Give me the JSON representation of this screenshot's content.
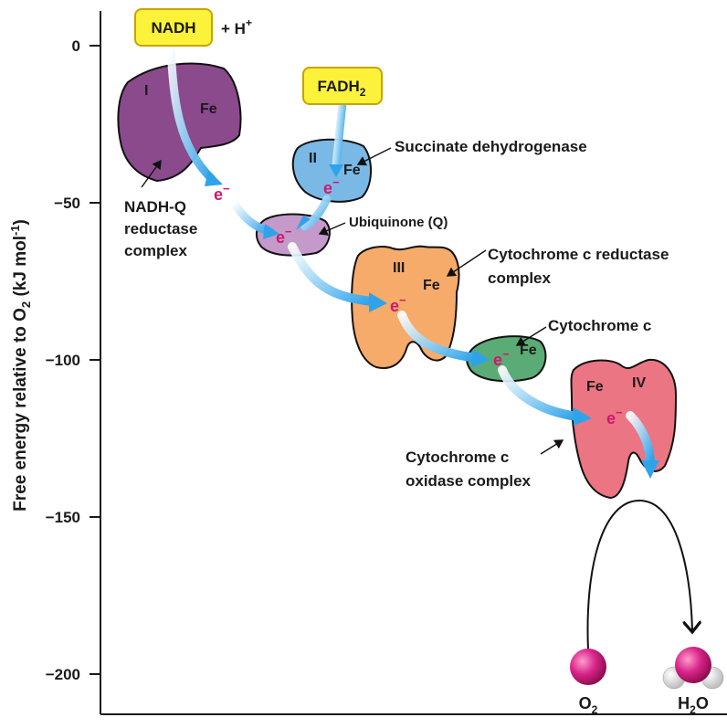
{
  "axis": {
    "ylabel": "Free energy relative to O",
    "ylabel_sub": "2",
    "ylabel_unit": " (kJ mol",
    "ylabel_sup": "-1",
    "ylabel_close": ")",
    "ticks": [
      "0",
      "−50",
      "−100",
      "−150",
      "−200"
    ]
  },
  "donors": {
    "nadh": "NADH",
    "h_plus": "+ H",
    "h_plus_sup": "+",
    "fadh": "FADH",
    "fadh_sub": "2"
  },
  "complexes": {
    "I": {
      "roman": "I",
      "fe": "Fe"
    },
    "II": {
      "roman": "II",
      "fe": "Fe"
    },
    "III": {
      "roman": "III",
      "fe": "Fe"
    },
    "cytc": {
      "fe": "Fe"
    },
    "IV": {
      "roman": "IV",
      "fe": "Fe"
    }
  },
  "electron": "e",
  "electron_sup": "−",
  "labels": {
    "nadh_q": [
      "NADH-Q",
      "reductase",
      "complex"
    ],
    "succinate": "Succinate dehydrogenase",
    "ubiquinone": "Ubiquinone (Q)",
    "cyt_c_reductase": [
      "Cytochrome c reductase",
      "complex"
    ],
    "cyt_c": "Cytochrome c",
    "cyt_c_oxidase": [
      "Cytochrome c",
      "oxidase complex"
    ]
  },
  "products": {
    "o2": "O",
    "o2_sub": "2",
    "h2o_h": "H",
    "h2o_sub": "2",
    "h2o_o": "O"
  },
  "colors": {
    "complex_I": "#8a4a8c",
    "complex_II": "#7ab8e6",
    "ubiquinone": "#c39ac9",
    "complex_III": "#f6ab6a",
    "cyt_c": "#5aab75",
    "complex_IV": "#ec7583",
    "donor_fill": "#fdf23a",
    "arrow": "#4fb6ee",
    "electron": "#d0186f",
    "oxygen_atom": "#c6146f"
  }
}
